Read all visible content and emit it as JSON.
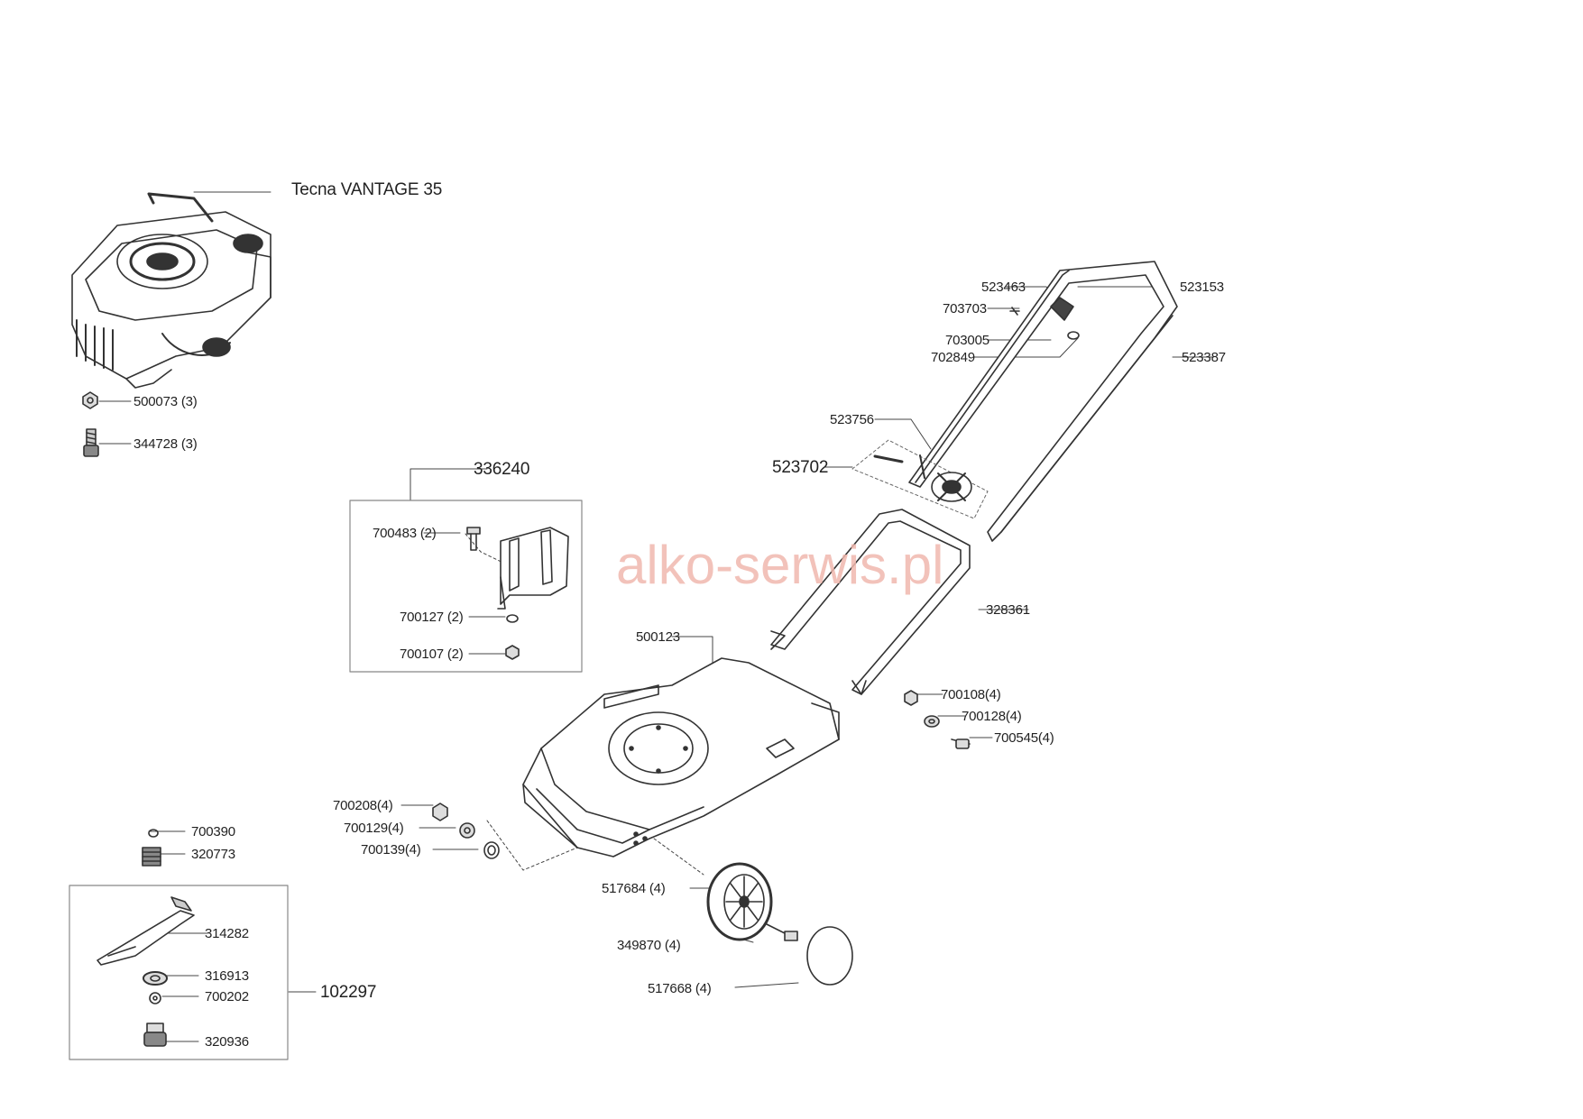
{
  "title": "Tecna VANTAGE 35",
  "watermark": "alko-serwis.pl",
  "parts": {
    "p500073": "500073 (3)",
    "p344728": "344728 (3)",
    "p336240": "336240",
    "p700483": "700483 (2)",
    "p700127": "700127 (2)",
    "p700107": "700107 (2)",
    "p523463": "523463",
    "p523153": "523153",
    "p703703": "703703",
    "p703005": "703005",
    "p702849": "702849",
    "p523387": "523387",
    "p523756": "523756",
    "p523702": "523702",
    "p328361": "328361",
    "p500123": "500123",
    "p700108": "700108(4)",
    "p700128": "700128(4)",
    "p700545": "700545(4)",
    "p700208": "700208(4)",
    "p700129": "700129(4)",
    "p700139": "700139(4)",
    "p517684": "517684 (4)",
    "p349870": "349870 (4)",
    "p517668": "517668  (4)",
    "p700390": "700390",
    "p320773": "320773",
    "p314282": "314282",
    "p316913": "316913",
    "p700202": "700202",
    "p102297": "102297",
    "p320936": "320936"
  },
  "colors": {
    "line": "#333333",
    "frame": "#888888",
    "watermark": "#f0b8ae"
  }
}
